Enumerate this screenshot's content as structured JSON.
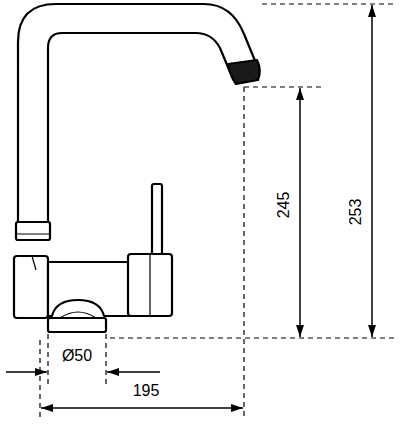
{
  "diagram": {
    "labels": [
      "253",
      "245",
      "Ø50",
      "195"
    ]
  }
}
